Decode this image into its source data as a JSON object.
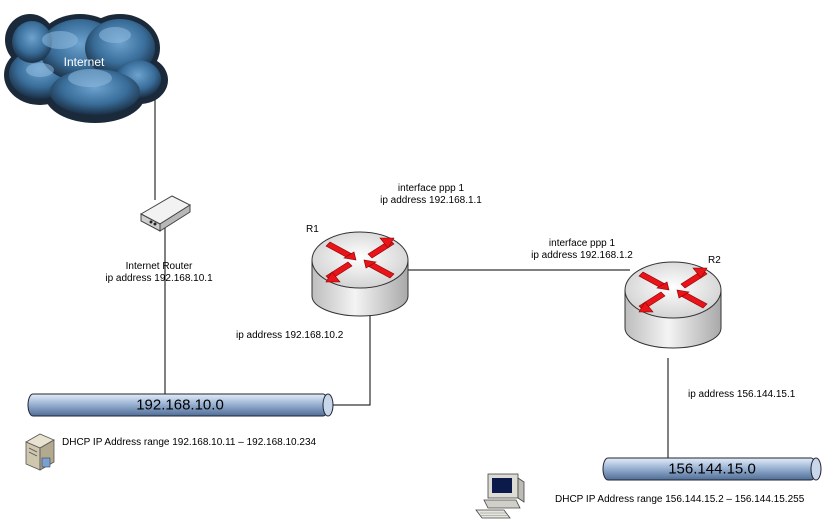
{
  "internet": {
    "label": "Internet"
  },
  "internet_router": {
    "name": "Internet Router",
    "ip": "ip address  192.168.10.1"
  },
  "r1": {
    "name": "R1",
    "ppp_interface": "interface ppp 1",
    "ppp_ip": "ip address  192.168.1.1",
    "lan_ip": "ip address  192.168.10.2"
  },
  "r2": {
    "name": "R2",
    "ppp_interface": "interface ppp 1",
    "ppp_ip": "ip address  192.168.1.2",
    "lan_ip": "ip address  156.144.15.1"
  },
  "network_left": {
    "label": "192.168.10.0",
    "dhcp": "DHCP IP Address range 192.168.10.11 – 192.168.10.234"
  },
  "network_right": {
    "label": "156.144.15.0",
    "dhcp": "DHCP IP Address range 156.144.15.2 – 156.144.15.255"
  },
  "colors": {
    "bus": "#9cb4d4",
    "cloud": "#3a6e9a",
    "arrow": "#e8141a",
    "router_body": "#d6d6d6",
    "line": "#000000"
  }
}
